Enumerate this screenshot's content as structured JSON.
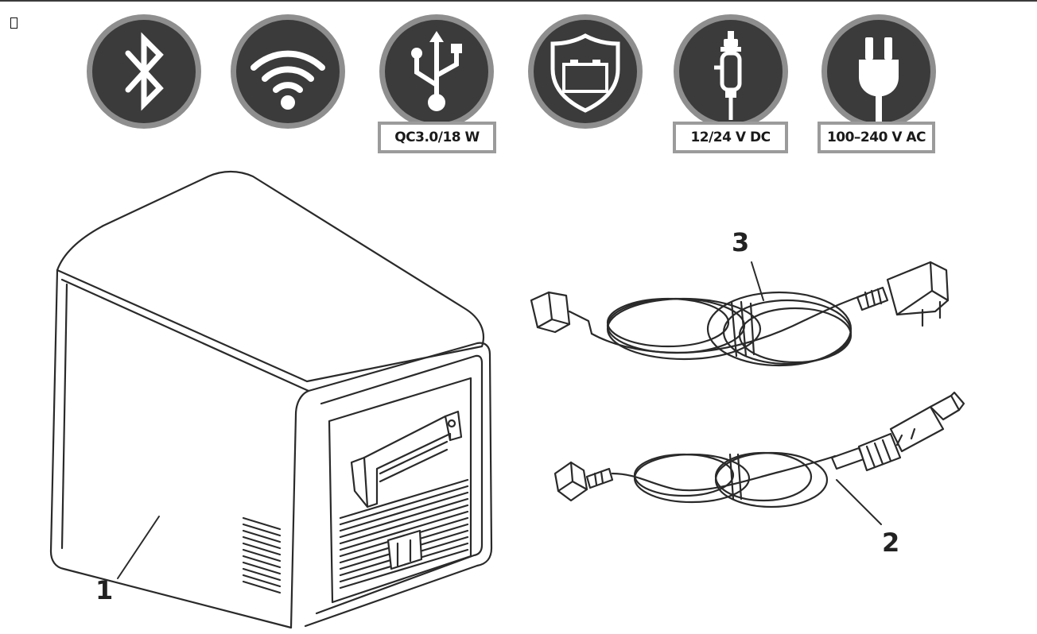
{
  "icons": [
    {
      "name": "bluetooth-icon"
    },
    {
      "name": "wifi-icon"
    },
    {
      "name": "usb-icon",
      "label": "QC3.0/18 W"
    },
    {
      "name": "battery-protection-icon"
    },
    {
      "name": "car-plug-icon",
      "label": "12/24 V DC"
    },
    {
      "name": "ac-plug-icon",
      "label": "100–240 V AC"
    }
  ],
  "callouts": {
    "c1": "1",
    "c2": "2",
    "c3": "3"
  },
  "colors": {
    "icon_dark": "#3b3b3b",
    "icon_ring": "#8e8e8e",
    "label_border": "#9b9b9b",
    "line": "#2a2a2a"
  }
}
